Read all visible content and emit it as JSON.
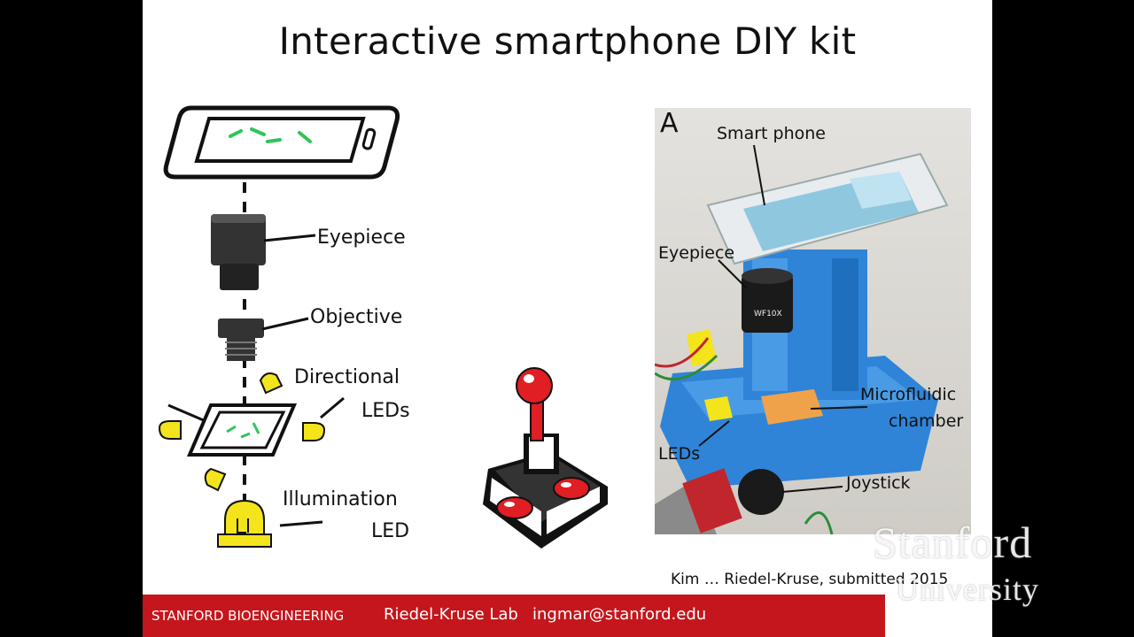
{
  "slide": {
    "title": "Interactive smartphone DIY kit",
    "diagram_labels": {
      "eyepiece": "Eyepiece",
      "objective": "Objective",
      "directional_line1": "Directional",
      "directional_line2": "LEDs",
      "illumination_line1": "Illumination",
      "illumination_line2": "LED"
    },
    "photo": {
      "panel_letter": "A",
      "labels": {
        "smart_phone": "Smart phone",
        "eyepiece": "Eyepiece",
        "microfluidic_line1": "Microfluidic",
        "microfluidic_line2": "chamber",
        "leds": "LEDs",
        "joystick": "Joystick"
      },
      "eyepiece_marking": "WF10X"
    },
    "citation": "Kim … Riedel-Kruse, submitted 2015"
  },
  "footer": {
    "dept": "STANFORD BIOENGINEERING",
    "lab": "Riedel-Kruse Lab",
    "email": "ingmar@stanford.edu"
  },
  "wordmark": {
    "line1": "Stanford",
    "line2": "University"
  },
  "colors": {
    "footer_red": "#c4161c",
    "led_yellow": "#f3e41c",
    "joystick_red": "#e01e24",
    "kit_blue": "#2f84d8"
  }
}
